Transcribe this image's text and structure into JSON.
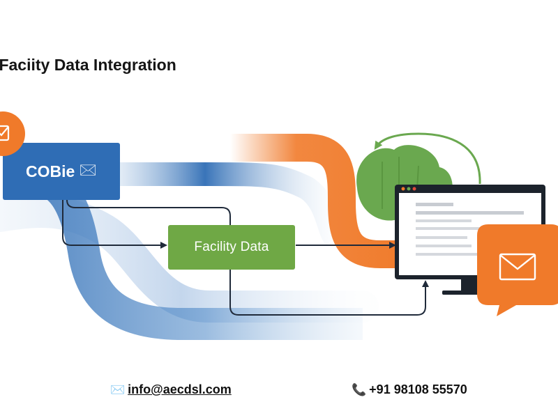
{
  "title": "d Faciity Data Integration",
  "nodes": {
    "cobie": {
      "label": "COBie",
      "icon": "envelope-icon",
      "icon_glyph": "🖂"
    },
    "facility": {
      "label": "Facility Data"
    }
  },
  "decorations": {
    "badge_icon": "checklist-icon",
    "plant_icon": "green-shrub",
    "monitor_icon": "monitor-document-icon",
    "speech_bubble_icon": "envelope-icon",
    "refresh_arrow_icon": "circular-arrow-icon"
  },
  "footer": {
    "email": {
      "icon": "envelope-icon",
      "icon_glyph": "✉️",
      "text": "info@aecdsl.com"
    },
    "phone": {
      "icon": "phone-icon",
      "icon_glyph": "📞",
      "text": "+91 98108 55570"
    }
  },
  "colors": {
    "blue": "#2f6db5",
    "blue_dark": "#2a5f9f",
    "orange": "#f07a2a",
    "green": "#6fa845",
    "green_plant": "#6aa84f",
    "connector": "#1f2a3a",
    "monitor_frame": "#1c232c"
  }
}
